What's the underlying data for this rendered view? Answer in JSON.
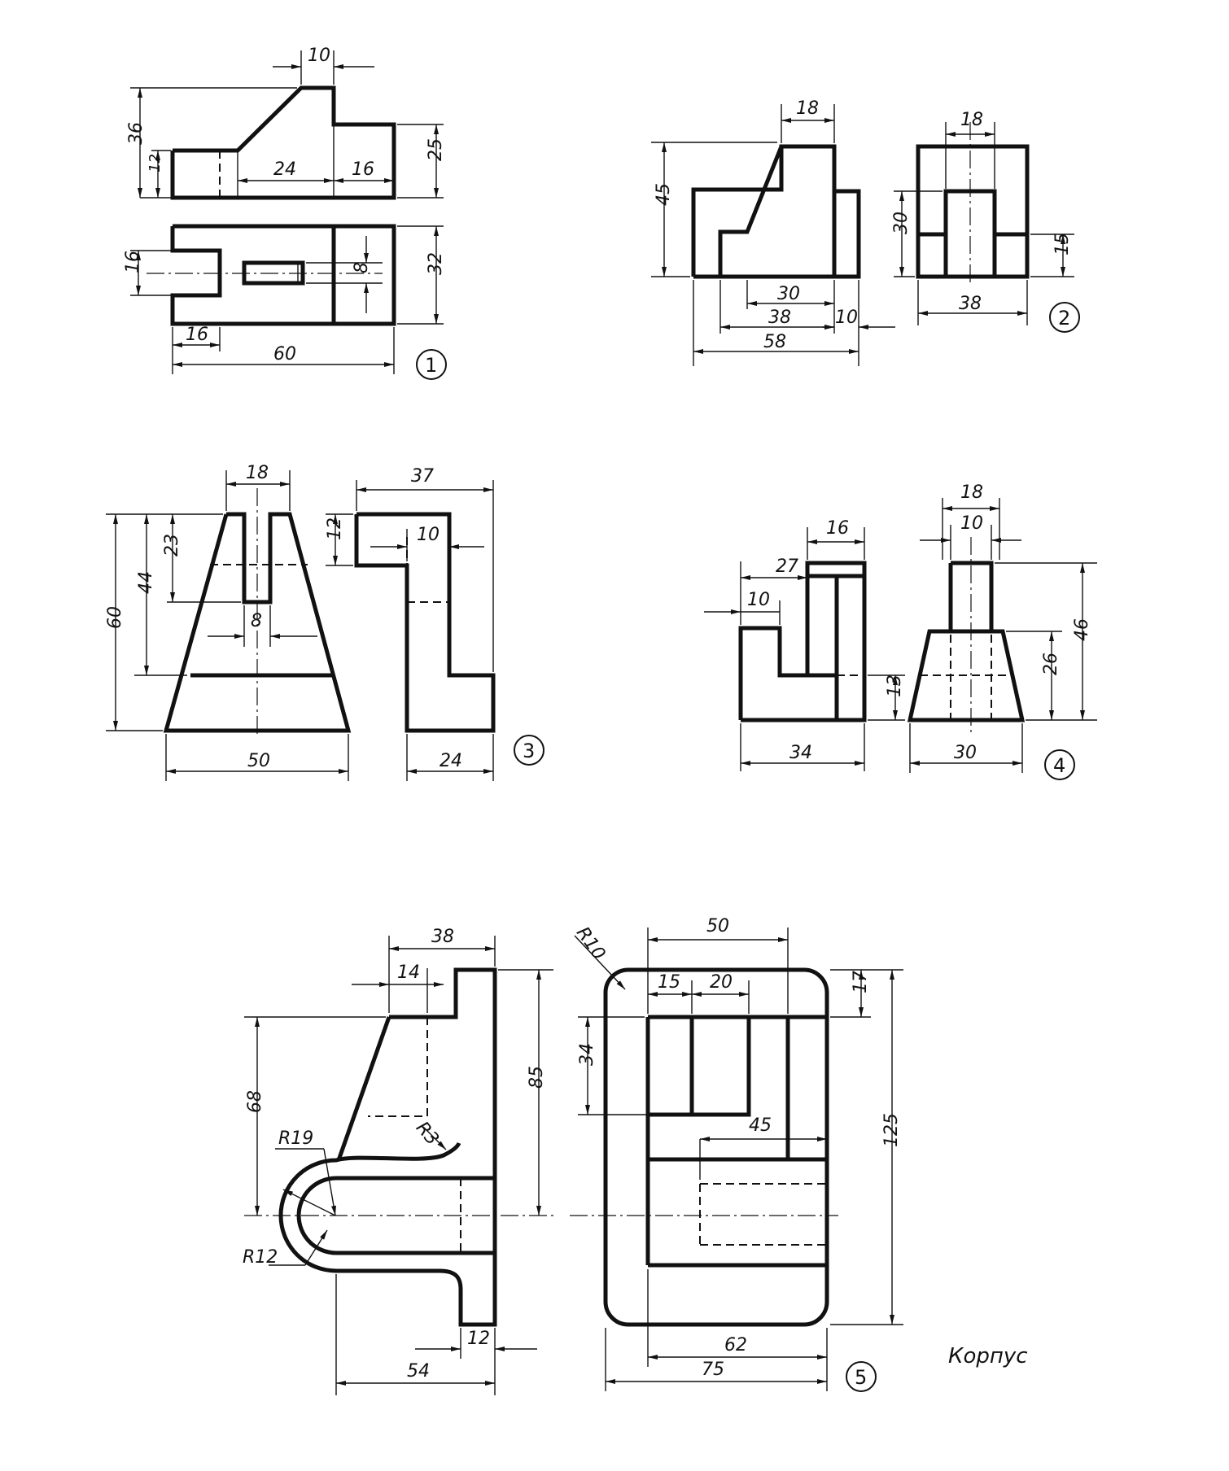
{
  "figures": {
    "fig1": {
      "number": "1",
      "dims": [
        "10",
        "36",
        "12",
        "24",
        "16",
        "25",
        "16",
        "8",
        "32",
        "16",
        "60"
      ]
    },
    "fig2": {
      "number": "2",
      "dims": [
        "18",
        "45",
        "30",
        "38",
        "10",
        "58",
        "18",
        "30",
        "15",
        "38"
      ]
    },
    "fig3": {
      "number": "3",
      "dims": [
        "18",
        "60",
        "44",
        "23",
        "8",
        "50",
        "37",
        "12",
        "10",
        "24"
      ]
    },
    "fig4": {
      "number": "4",
      "dims": [
        "16",
        "27",
        "10",
        "34",
        "13",
        "18",
        "10",
        "46",
        "26",
        "30"
      ]
    },
    "fig5": {
      "number": "5",
      "title": "Корпус",
      "dims": [
        "38",
        "14",
        "68",
        "85",
        "R19",
        "R3",
        "R12",
        "12",
        "54",
        "R10",
        "50",
        "15",
        "20",
        "17",
        "34",
        "45",
        "125",
        "62",
        "75"
      ]
    }
  },
  "colors": {
    "ink": "#111111",
    "paper": "#ffffff"
  }
}
